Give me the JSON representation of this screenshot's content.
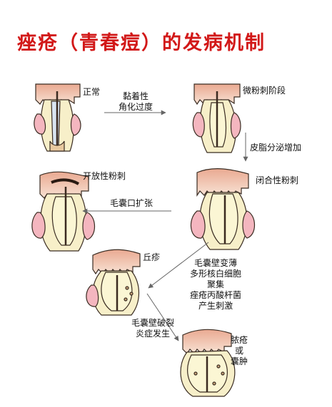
{
  "title": "痤疮（青春痘）的发病机制",
  "stages": {
    "normal": "正常",
    "microcomedone": "微粉刺阶段",
    "open_comedone": "开放性粉刺",
    "closed_comedone": "闭合性粉刺",
    "papule": "丘疹",
    "pustule_line1": "脓疮",
    "pustule_line2": "或",
    "pustule_line3": "囊肿"
  },
  "transitions": {
    "t1_line1": "黏着性",
    "t1_line2": "角化过度",
    "t2": "皮脂分泌增加",
    "t3": "毛囊口扩张",
    "t4_line1": "毛囊壁变薄",
    "t4_line2": "多形核白细胞",
    "t4_line3": "聚集",
    "t4_line4": "痤疮丙酸杆菌",
    "t4_line5": "产生刺激",
    "t5_line1": "毛囊壁破裂",
    "t5_line2": "炎症发生"
  },
  "colors": {
    "title": "#d21818",
    "skin_top": "#f3c9b6",
    "tissue": "#f7efc9",
    "gland": "#f4b6bf",
    "sebum": "#fbf6d4",
    "hair": "#3b2a20",
    "outline": "#3a2c22",
    "arrow": "#666666"
  }
}
